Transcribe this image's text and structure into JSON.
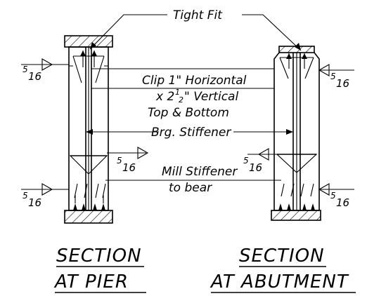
{
  "notes": {
    "tight_fit": "Tight Fit",
    "clip_line1": "Clip 1\" Horizontal",
    "clip_line2_pre": "x 2",
    "clip_line2_frac_num": "1",
    "clip_line2_frac_den": "2",
    "clip_line2_post": "\" Vertical",
    "clip_line3": "Top & Bottom",
    "brg_stiffener": "Brg. Stiffener",
    "mill_line1": "Mill Stiffener",
    "mill_line2": "to bear"
  },
  "weld_size": {
    "num": "5",
    "den": "16"
  },
  "titles": {
    "pier_line1": "SECTION",
    "pier_line2": "AT PIER",
    "abut_line1": "SECTION",
    "abut_line2": "AT ABUTMENT"
  }
}
